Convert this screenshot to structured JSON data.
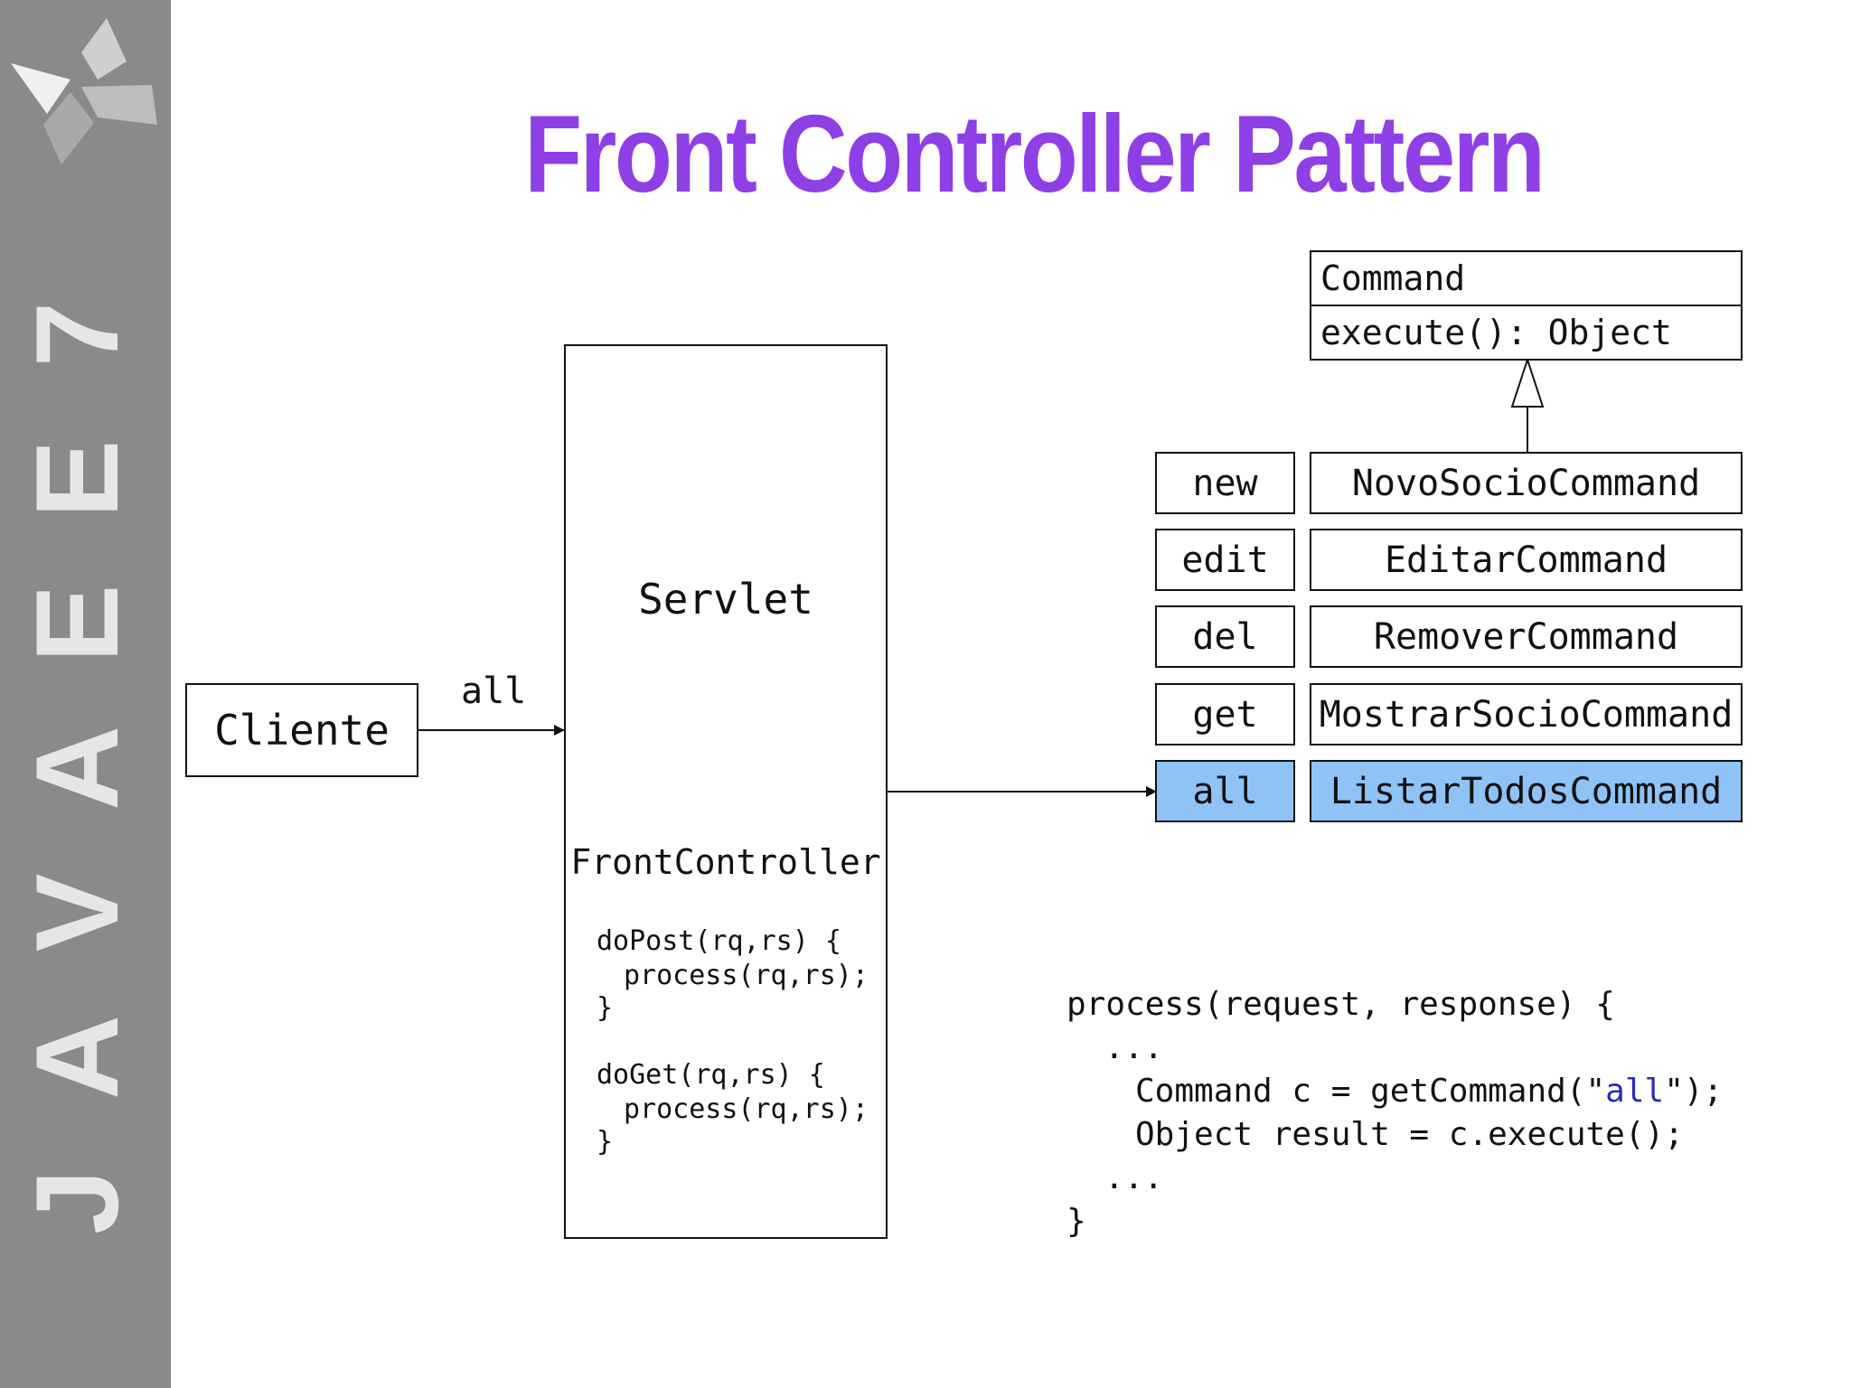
{
  "sidebar": {
    "letters": [
      "7",
      "E",
      "E",
      "A",
      "V",
      "A",
      "J"
    ]
  },
  "title": "Front Controller Pattern",
  "client": {
    "label": "Cliente",
    "edge_label": "all"
  },
  "servlet": {
    "label": "Servlet",
    "class_name": "FrontController",
    "methods": [
      "doPost(rq,rs) {",
      "process(rq,rs);",
      "}",
      "doGet(rq,rs) {",
      "process(rq,rs);",
      "}"
    ]
  },
  "command_interface": {
    "name": "Command",
    "operation": "execute(): Object"
  },
  "mappings": [
    {
      "key": "new",
      "command": "NovoSocioCommand",
      "selected": false
    },
    {
      "key": "edit",
      "command": "EditarCommand",
      "selected": false
    },
    {
      "key": "del",
      "command": "RemoverCommand",
      "selected": false
    },
    {
      "key": "get",
      "command": "MostrarSocioCommand",
      "selected": false
    },
    {
      "key": "all",
      "command": "ListarTodosCommand",
      "selected": true
    }
  ],
  "process_code": {
    "signature": "process(request, response) {",
    "ellipsis_top": "...",
    "line1_pre": "Command c = getCommand(\"",
    "line1_str": "all",
    "line1_post": "\");",
    "line2": "Object result = c.execute();",
    "ellipsis_bottom": "...",
    "close": "}"
  },
  "colors": {
    "title": "#8e3fe6",
    "selected_fill": "#8fc3f5",
    "sidebar": "#8a8a8a",
    "string_literal": "#2a2ab8"
  }
}
